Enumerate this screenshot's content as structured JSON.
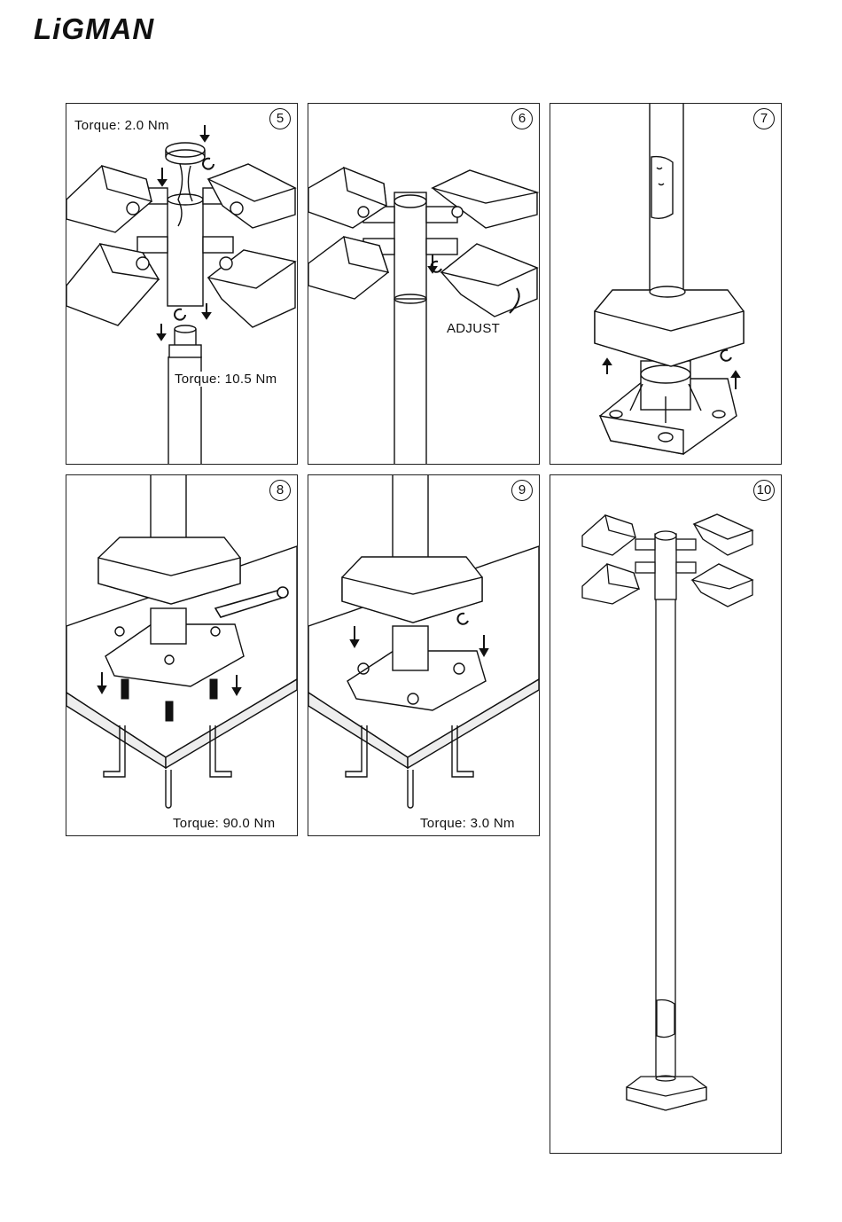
{
  "brand": {
    "logo_text": "LiGMAN"
  },
  "panels": [
    {
      "step": "5",
      "labels": [
        "Torque: 2.0 Nm",
        "Torque: 10.5 Nm"
      ]
    },
    {
      "step": "6",
      "labels": [
        "ADJUST"
      ]
    },
    {
      "step": "7",
      "labels": []
    },
    {
      "step": "8",
      "labels": [
        "Torque: 90.0 Nm"
      ]
    },
    {
      "step": "9",
      "labels": [
        "Torque: 3.0 Nm"
      ]
    },
    {
      "step": "10",
      "labels": []
    }
  ]
}
